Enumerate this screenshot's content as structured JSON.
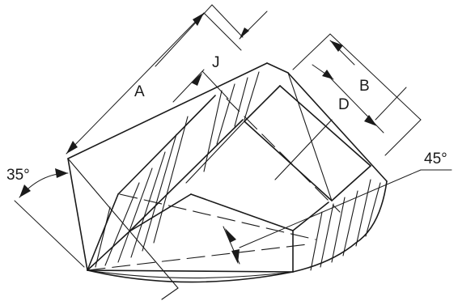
{
  "labels": {
    "a": "A",
    "b": "B",
    "d": "D",
    "j": "J",
    "angle_miter": "35°",
    "angle_bend": "45°"
  }
}
